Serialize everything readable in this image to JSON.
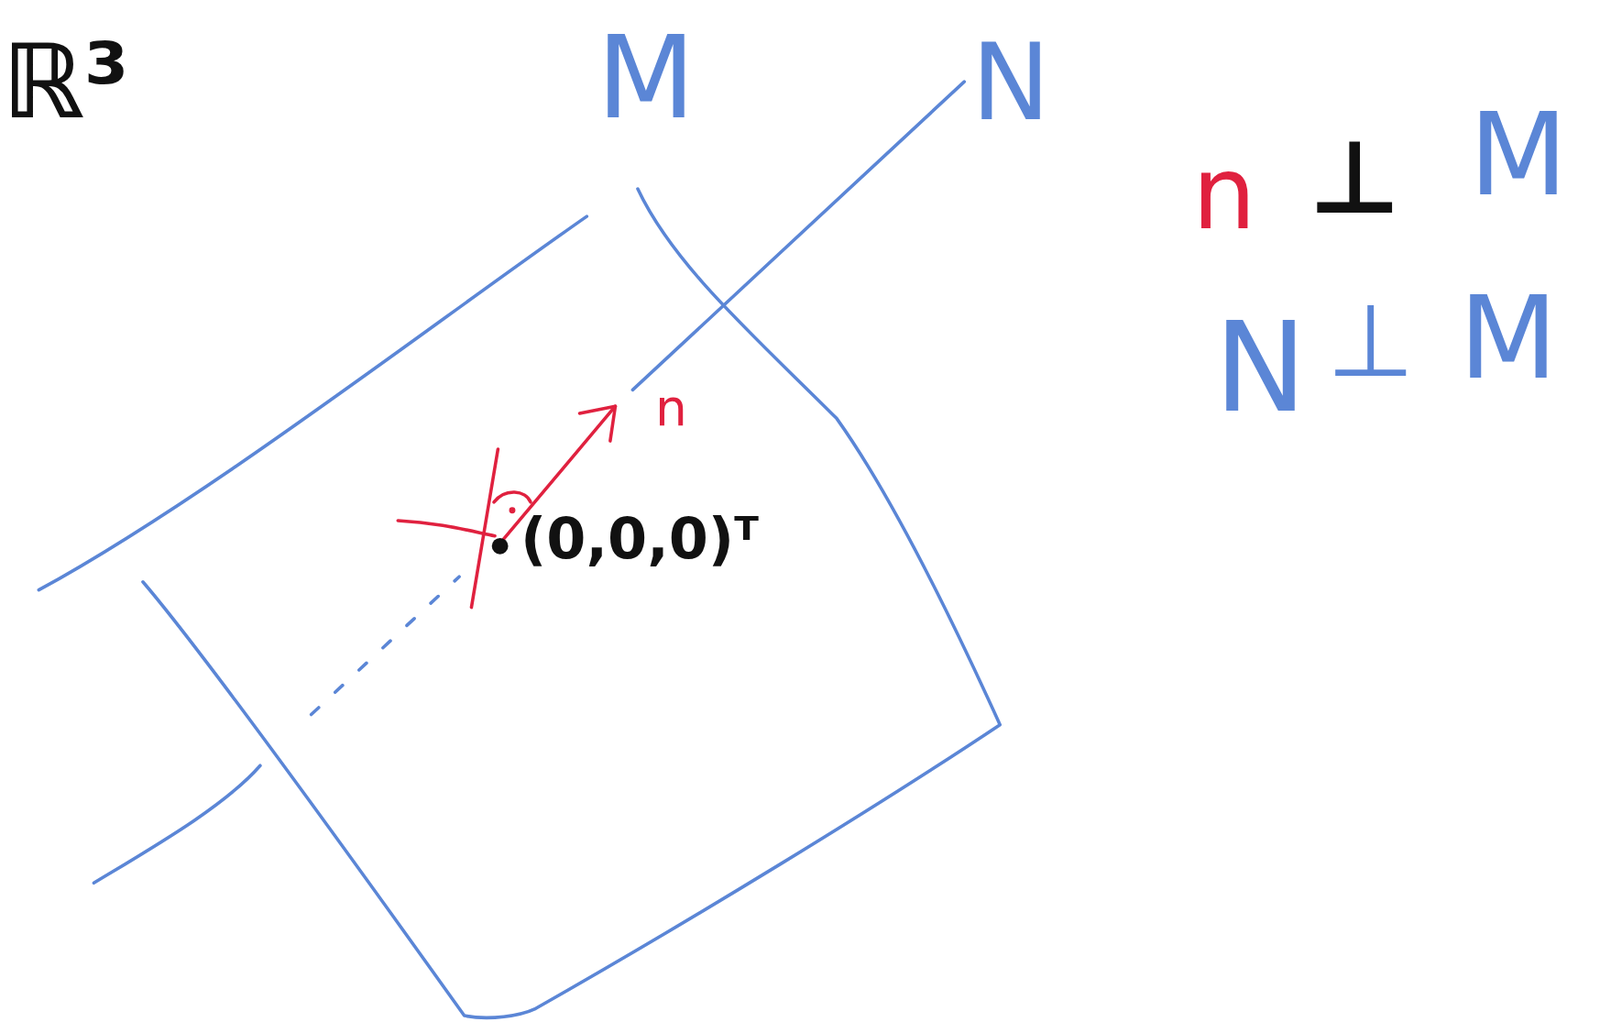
{
  "diagram": {
    "labels": [
      "ℝ³",
      "M",
      "N",
      "n",
      "(0,0,0)ᵀ",
      "n",
      "⊥",
      "M",
      "N",
      "⊥",
      "M"
    ]
  }
}
